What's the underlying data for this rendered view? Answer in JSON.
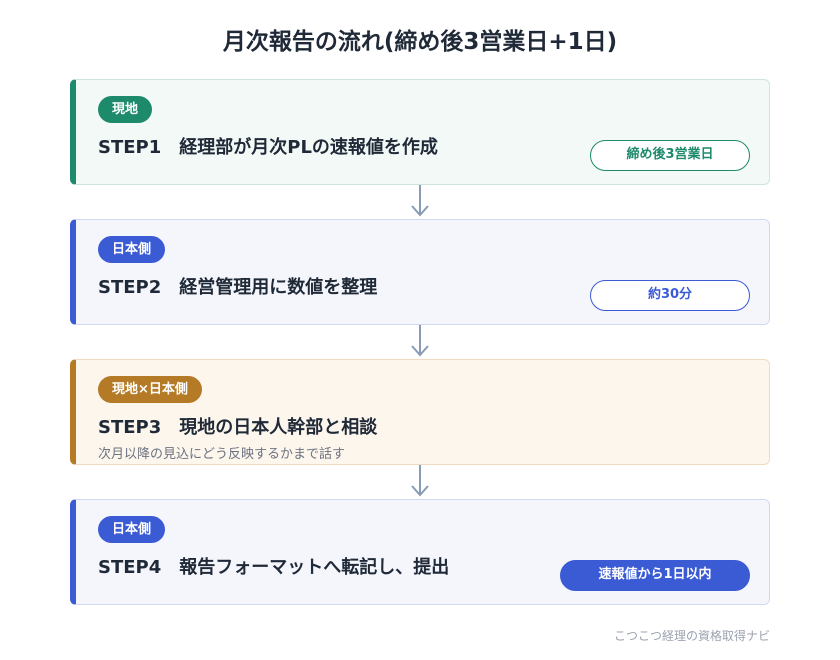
{
  "title": "月次報告の流れ(締め後3営業日+1日)",
  "steps": [
    {
      "tag": "現地",
      "number": "STEP1",
      "text": "経理部が月次PLの速報値を作成",
      "note": "",
      "badge": "締め後3営業日"
    },
    {
      "tag": "日本側",
      "number": "STEP2",
      "text": "経営管理用に数値を整理",
      "note": "",
      "badge": "約30分"
    },
    {
      "tag": "現地×日本側",
      "number": "STEP3",
      "text": "現地の日本人幹部と相談",
      "note": "次月以降の見込にどう反映するかまで話す",
      "badge": ""
    },
    {
      "tag": "日本側",
      "number": "STEP4",
      "text": "報告フォーマットへ転記し、提出",
      "note": "",
      "badge": "速報値から1日以内"
    }
  ],
  "colors": {
    "green": "#1e8a6c",
    "blue": "#3b5bd5",
    "brown": "#b47a26",
    "arrow": "#8a9bb5"
  },
  "icons": {
    "connector": "arrow-down-icon"
  },
  "footer": "こつこつ経理の資格取得ナビ"
}
